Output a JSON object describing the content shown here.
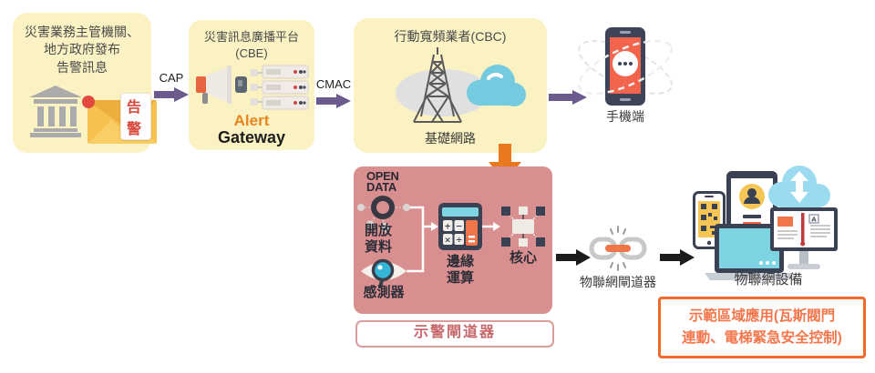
{
  "colors": {
    "yellow_box": "#FAF2C3",
    "pink_box": "#D98F90",
    "purple_arrow": "#6A5A8E",
    "orange_arrow": "#E8791E",
    "black_arrow": "#1c1c1c",
    "alert_orange": "#E8851F",
    "badge_red": "#D9473B",
    "note_border": "#F26A2B",
    "note_text": "#F4764A"
  },
  "boxes": {
    "agency": {
      "title": "災害業務主管機關、\n地方政府發布\n告警訊息",
      "badge": "告警"
    },
    "cbe": {
      "title": "災害訊息廣播平台\n(CBE)",
      "alert": "Alert",
      "gateway": "Gateway"
    },
    "cbc": {
      "title": "行動寬頻業者(CBC)",
      "caption": "基礎網路"
    }
  },
  "arrows": {
    "cap": "CAP",
    "cmac": "CMAC"
  },
  "mobile": {
    "label": "手機端"
  },
  "alert_gateway": {
    "open_data_text": "OPEN\nDATA",
    "open_data_label": "開放\n資料",
    "sensor_label": "感測器",
    "edge_label": "邊緣\n運算",
    "core_label": "核心",
    "caption": "示警閘道器"
  },
  "iot": {
    "gateway_label": "物聯網閘道器",
    "devices_label": "物聯網設備",
    "note": "示範區域應用(瓦斯閥門\n連動、電梯緊急安全控制)"
  }
}
